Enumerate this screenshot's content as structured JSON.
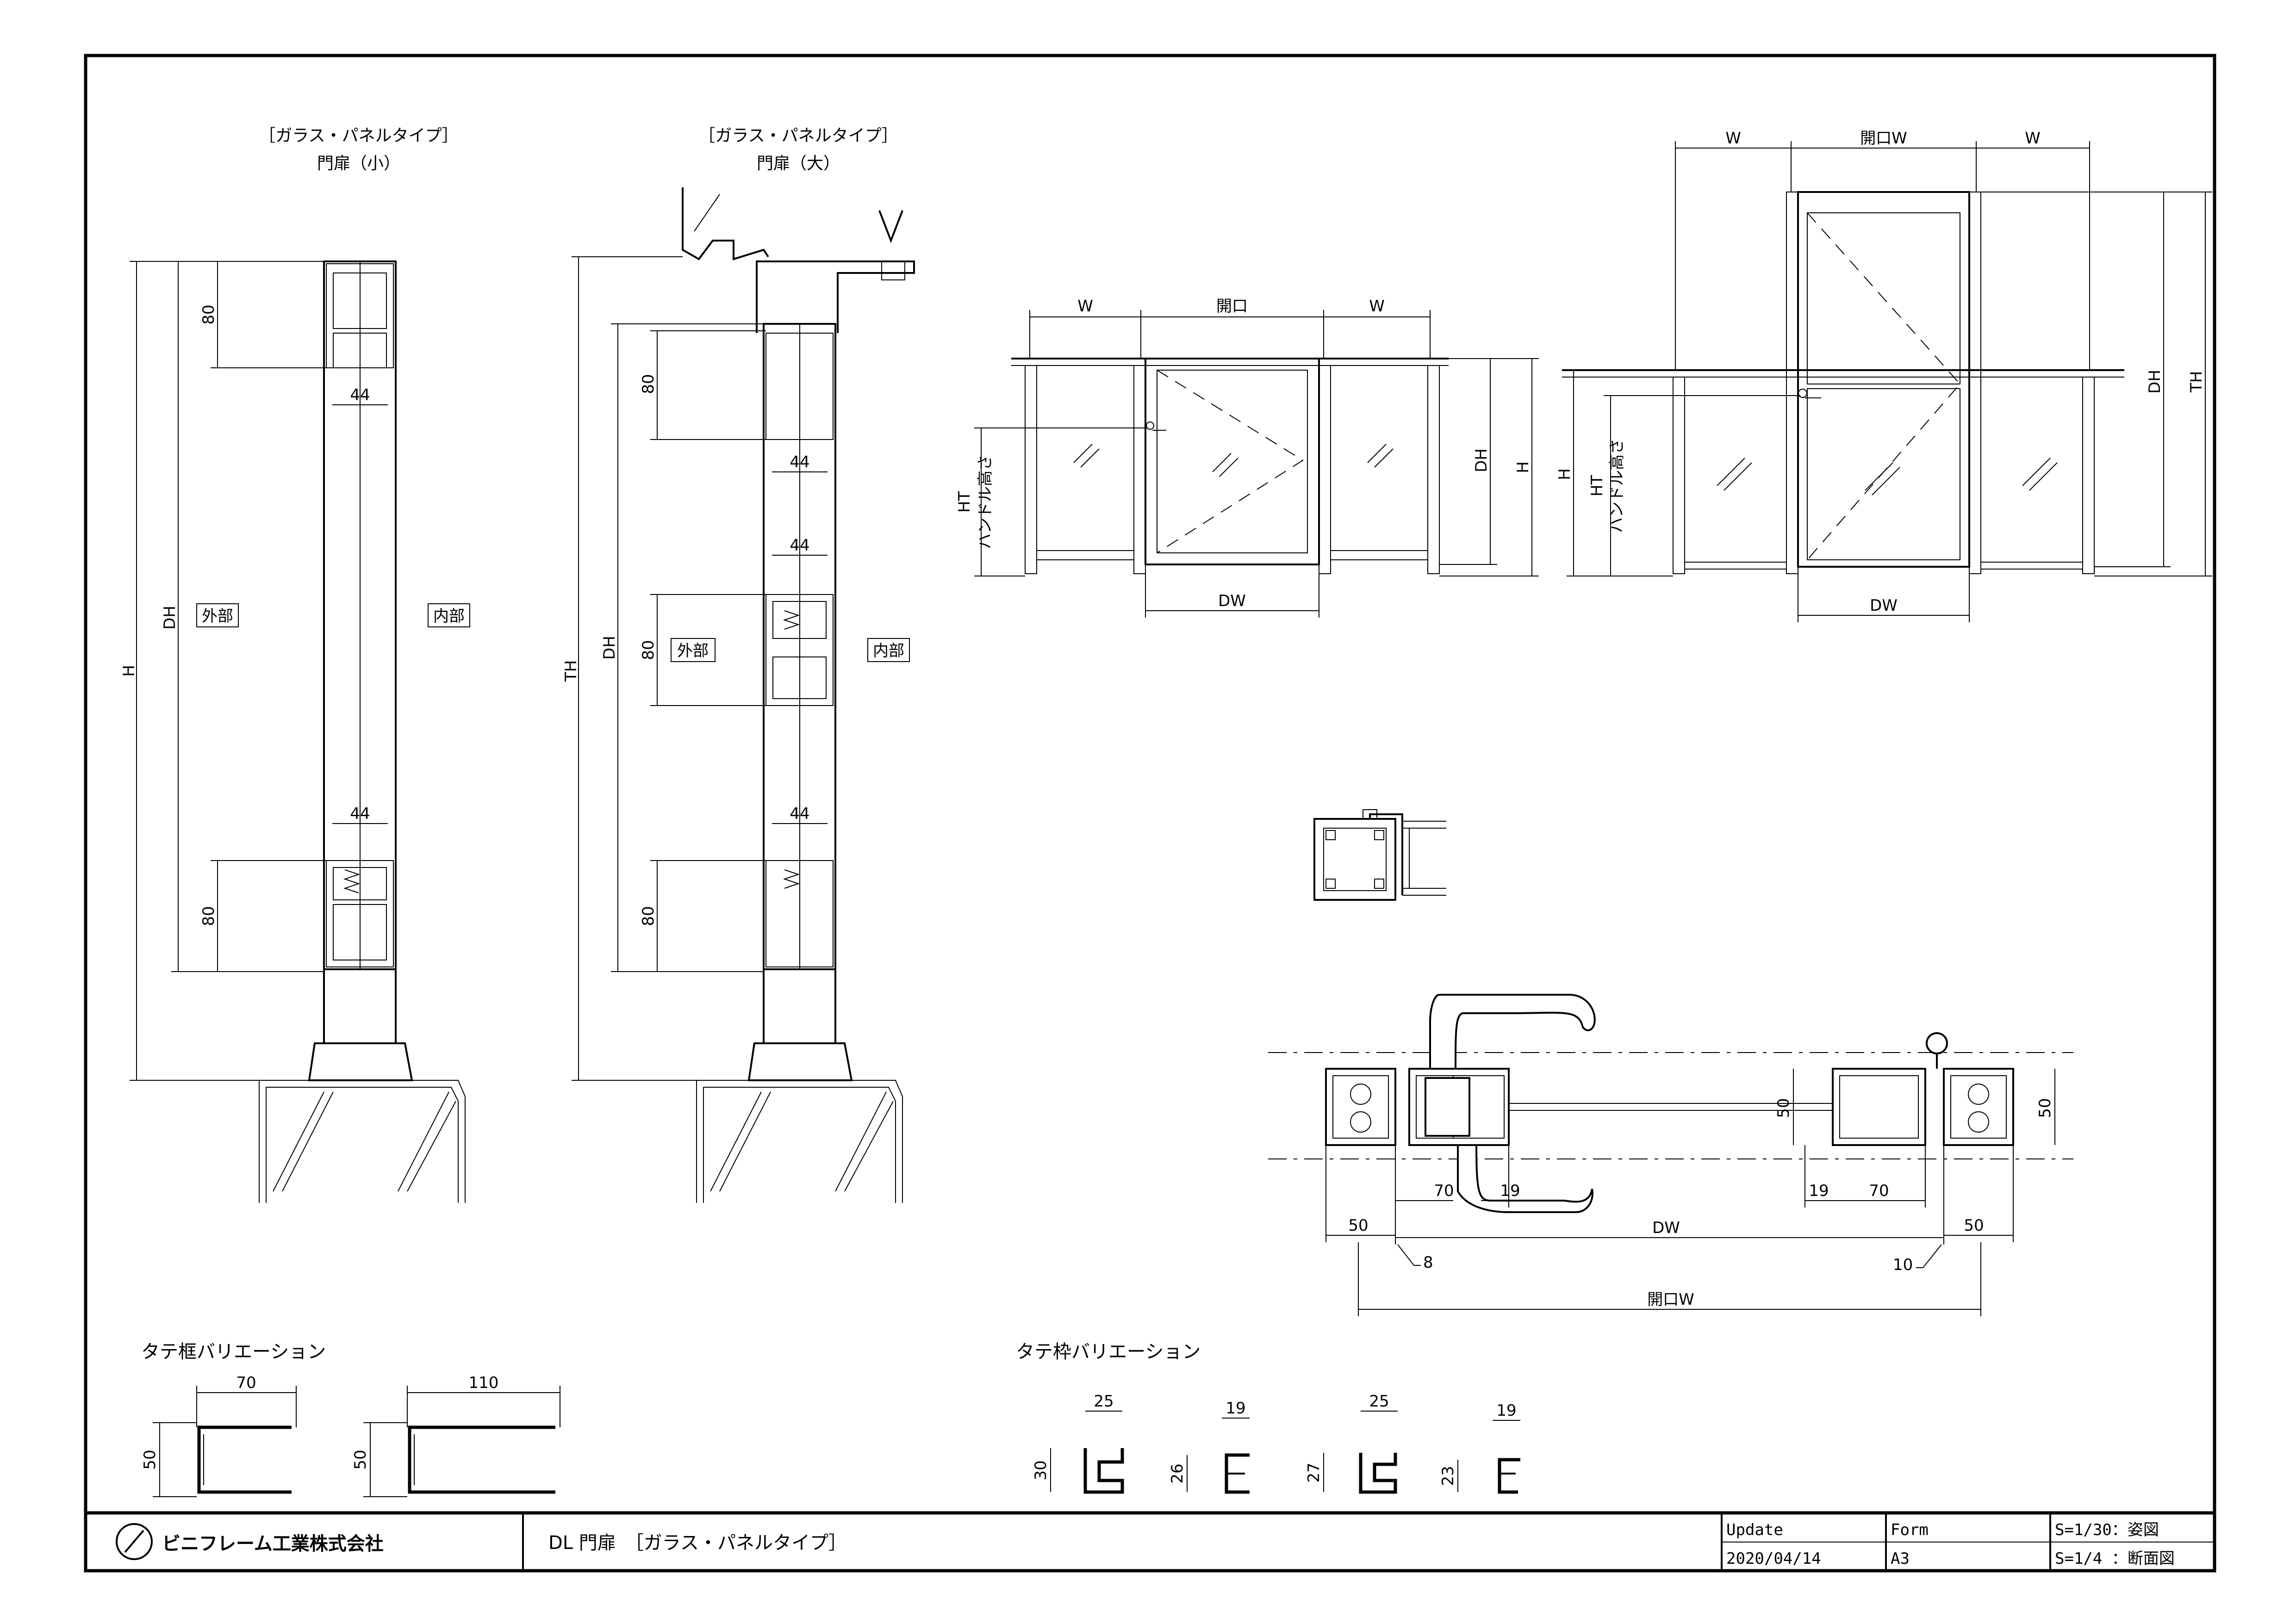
{
  "views": {
    "section_small": {
      "title_line1": "［ガラス・パネルタイプ］",
      "title_line2": "門扉（小）"
    },
    "section_large": {
      "title_line1": "［ガラス・パネルタイプ］",
      "title_line2": "門扉（大）"
    }
  },
  "labels": {
    "exterior": "外部",
    "interior": "内部",
    "H": "H",
    "DH": "DH",
    "TH": "TH",
    "W": "W",
    "DW": "DW",
    "kaikou": "開口",
    "kaikou_w": "開口W",
    "HT": "HT",
    "handle_height": "ハンドル高さ"
  },
  "dims": {
    "d80": "80",
    "d44": "44",
    "d50": "50",
    "d19": "19",
    "d70": "70",
    "d8": "8",
    "d10": "10",
    "d110": "110",
    "d25": "25",
    "d30": "30",
    "d26": "26",
    "d27": "27",
    "d23": "23"
  },
  "variations": {
    "tate_kamachi": "タテ框バリエーション",
    "tate_waku": "タテ枠バリエーション"
  },
  "title_block": {
    "company": "ビニフレーム工業株式会社",
    "drawing_title": "DL 門扉　［ガラス・パネルタイプ］",
    "update_label": "Update",
    "update_value": "2020/04/14",
    "form_label": "Form",
    "form_value": "A3",
    "scale1": "S=1/30：姿図",
    "scale2": "S=1/4 ：断面図"
  }
}
